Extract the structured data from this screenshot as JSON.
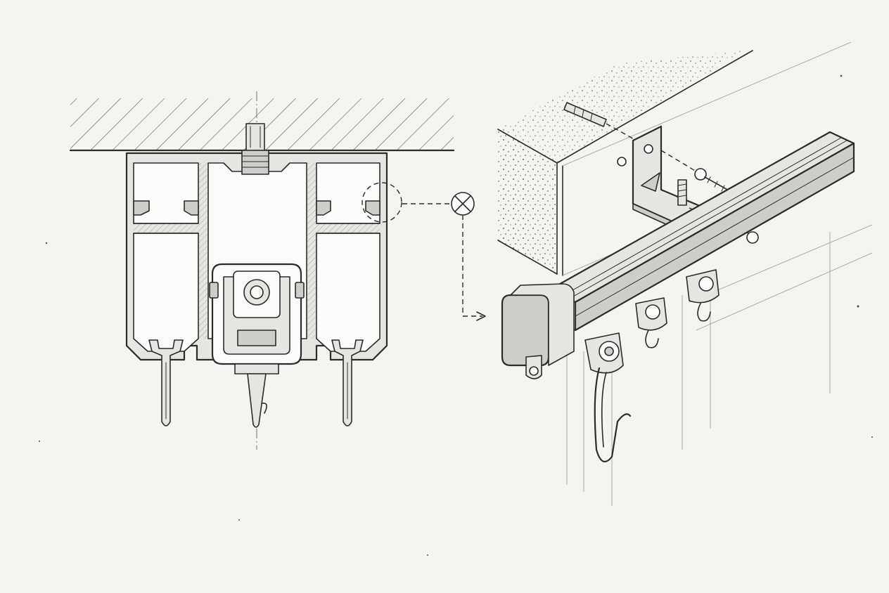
{
  "figure": {
    "views": [
      "cross-section-view",
      "isometric-view"
    ],
    "callout_marker": "circle-cross-symbol",
    "colors": {
      "ink": "#2b2b2b",
      "paper": "#f5f4f1",
      "metal": "#e6e5e1",
      "shade": "#cfcdc8"
    }
  }
}
